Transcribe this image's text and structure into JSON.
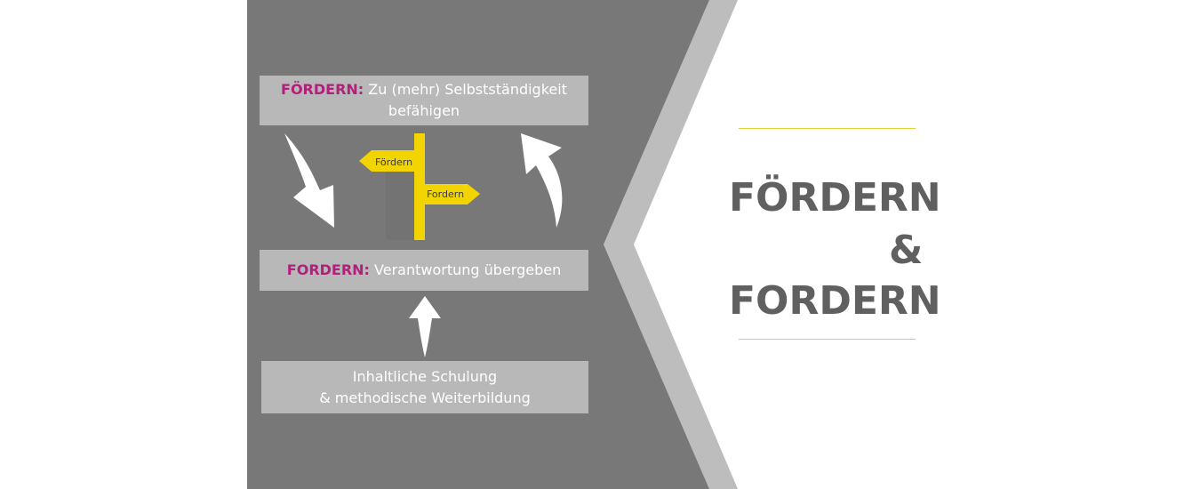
{
  "colors": {
    "panel_dark": "#787878",
    "chevron_light": "#bdbdbd",
    "box_fill": "#b8b8b8",
    "keyword": "#b1207a",
    "signpost": "#f2d400",
    "title": "#606060",
    "rule": "#e2cf3a"
  },
  "boxes": {
    "top": {
      "keyword": "FÖRDERN:",
      "line1": "Zu (mehr) Selbstständigkeit",
      "line2": "befähigen"
    },
    "middle": {
      "keyword": "FORDERN:",
      "text": "Verantwortung übergeben"
    },
    "bottom": {
      "line1": "Inhaltliche Schulung",
      "line2": "& methodische Weiterbildung"
    }
  },
  "signpost": {
    "left_label": "Fördern",
    "right_label": "Fordern"
  },
  "title": {
    "line1": "FÖRDERN",
    "line2": "&",
    "line3": "FORDERN"
  },
  "icons": [
    "curved-arrow-down-right-icon",
    "curved-arrow-up-icon",
    "arrow-up-icon",
    "signpost-icon"
  ]
}
